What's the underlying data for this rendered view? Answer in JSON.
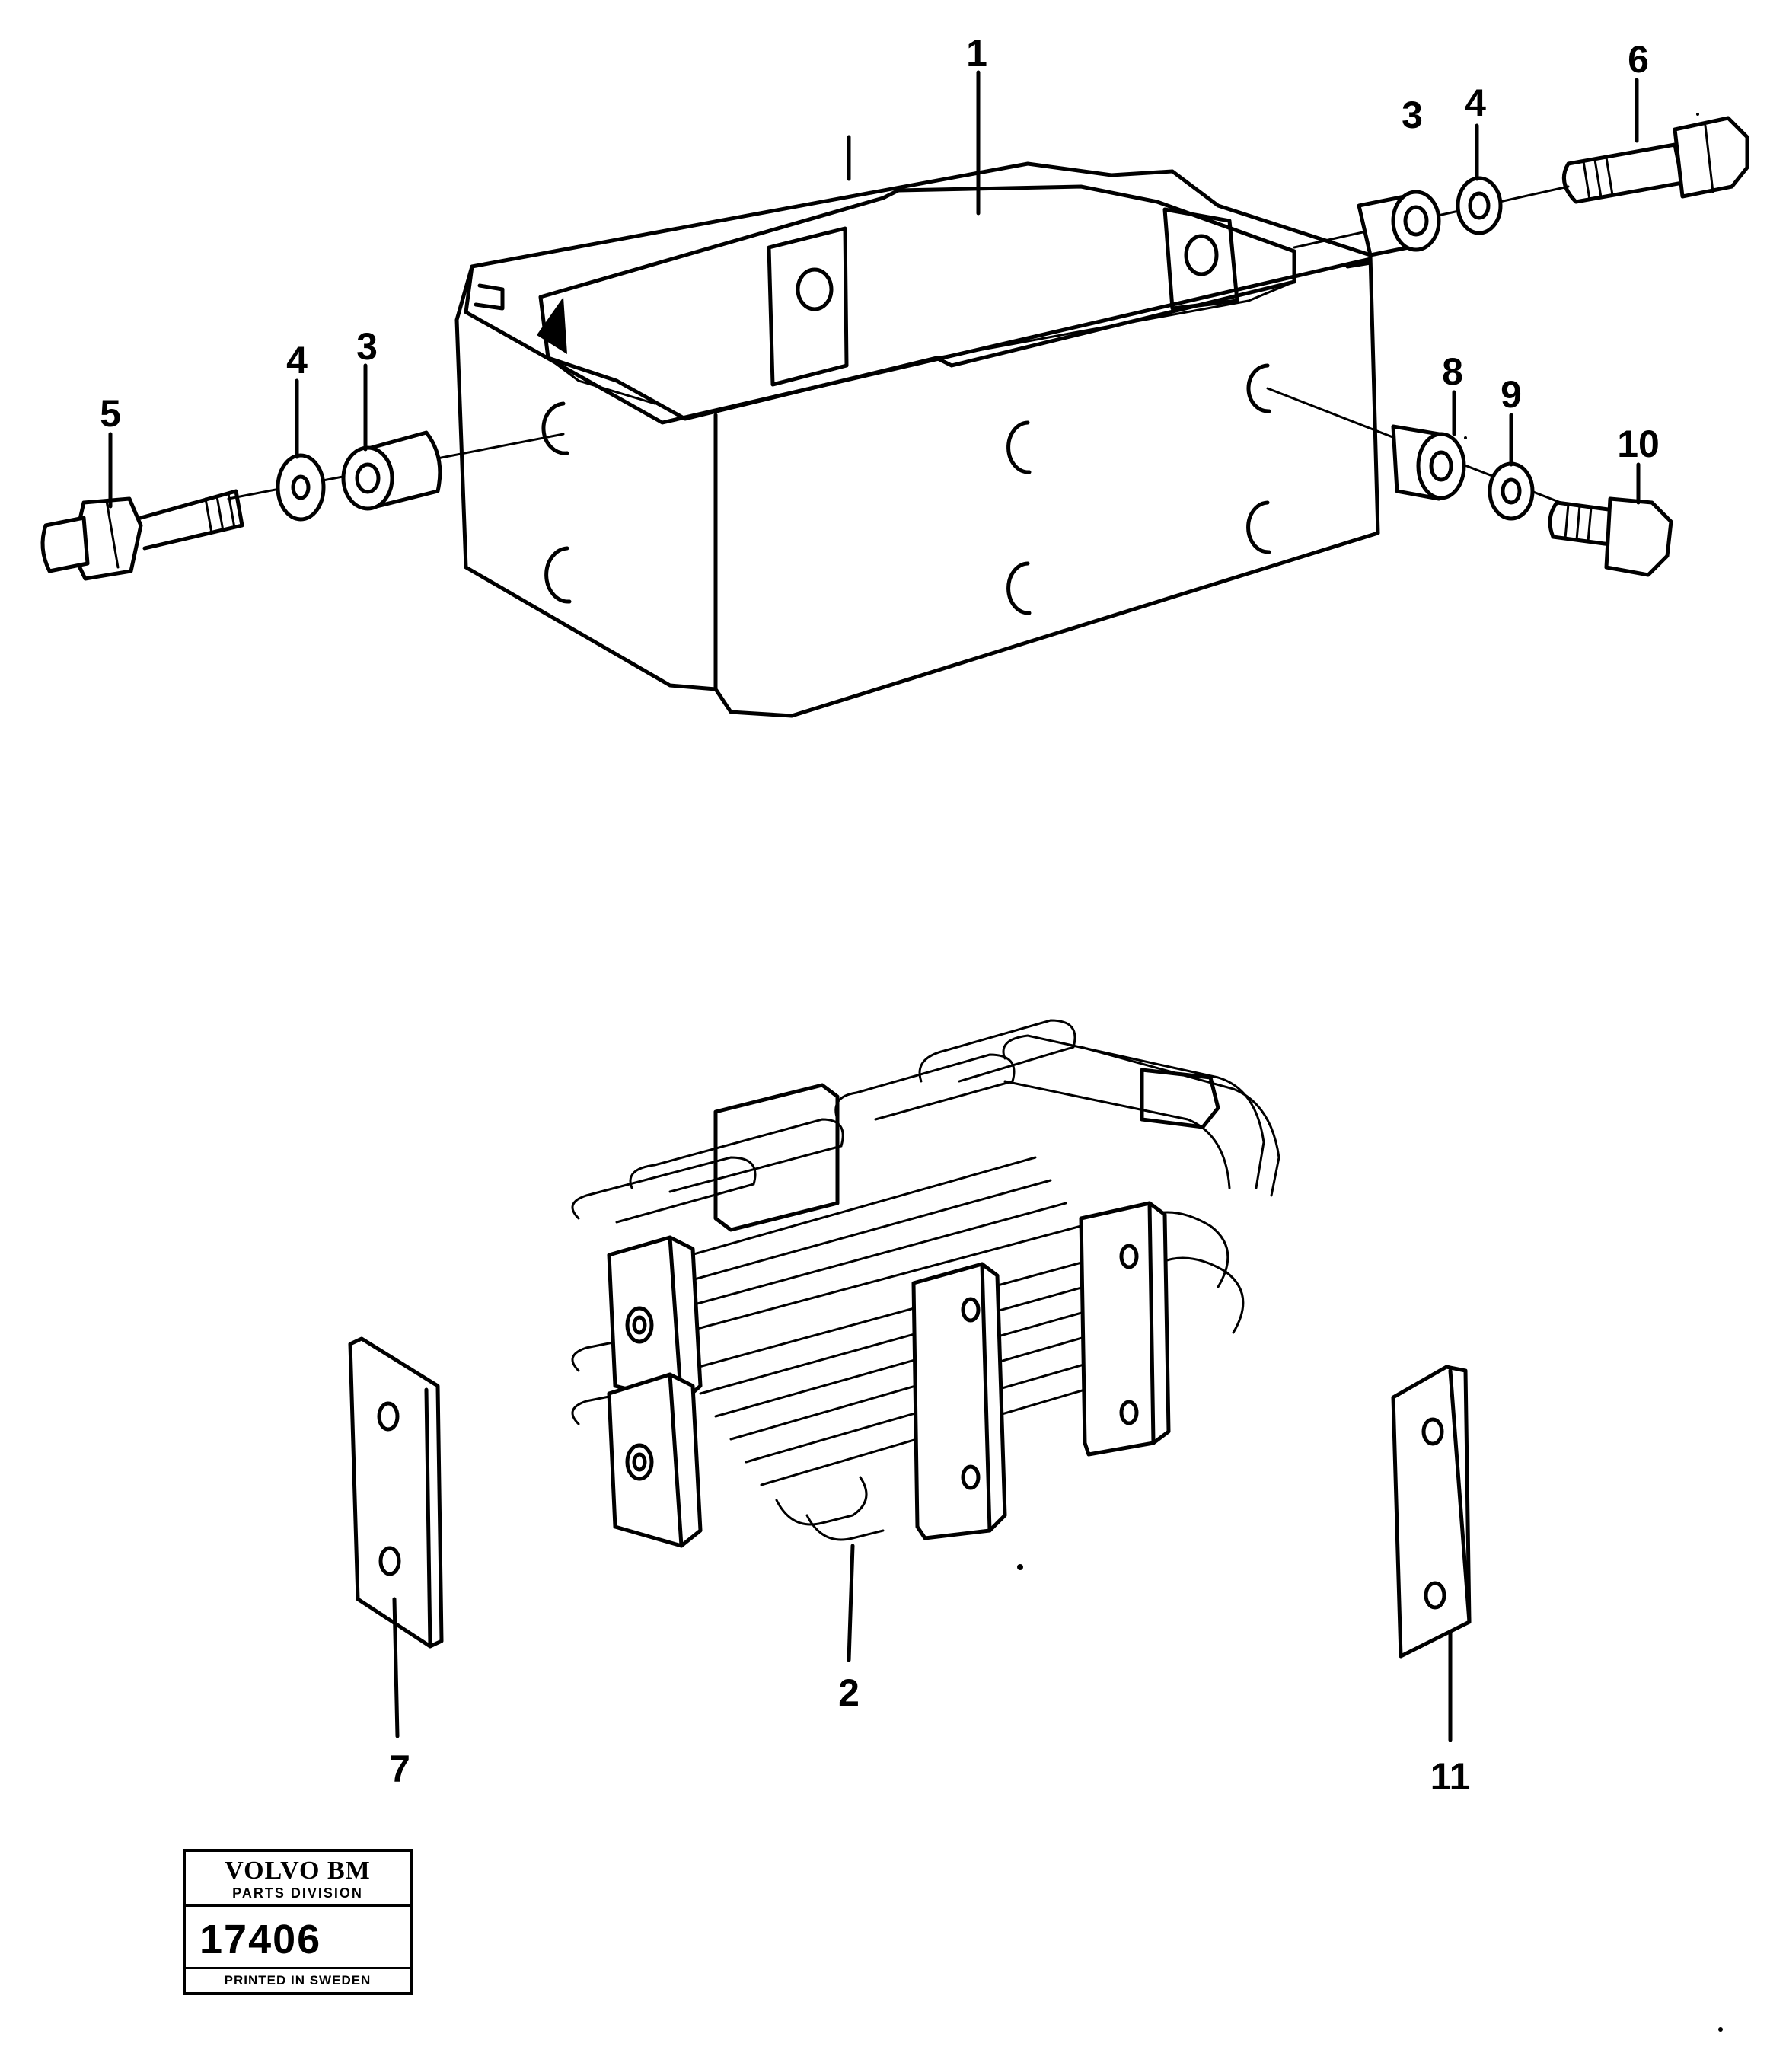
{
  "callouts": {
    "c1": "1",
    "c2": "2",
    "c3a": "3",
    "c3b": "3",
    "c4a": "4",
    "c4b": "4",
    "c5": "5",
    "c6": "6",
    "c7": "7",
    "c8": "8",
    "c9": "9",
    "c10": "10",
    "c11": "11"
  },
  "stamp": {
    "brand": "VOLVO BM",
    "division": "PARTS DIVISION",
    "number": "17406",
    "footer": "PRINTED IN SWEDEN"
  },
  "colors": {
    "ink": "#000000",
    "paper": "#ffffff"
  }
}
